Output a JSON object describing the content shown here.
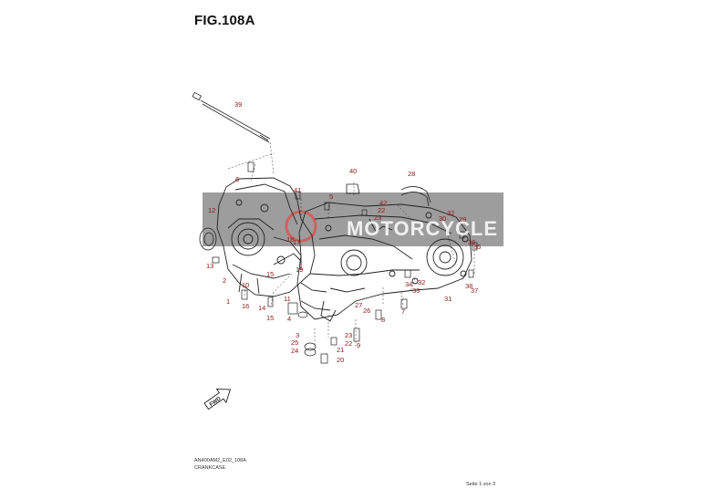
{
  "figure": {
    "title": "FIG.108A",
    "code": "AN400AM2_E02_108A",
    "name": "CRANKCASE",
    "page_info": "Seite 1 von 3"
  },
  "watermark": {
    "text": "MOTORCYCLE",
    "color": "#8c8c8c"
  },
  "parts": [
    {
      "ref": "39"
    },
    {
      "ref": "6"
    },
    {
      "ref": "40"
    },
    {
      "ref": "28"
    },
    {
      "ref": "41"
    },
    {
      "ref": "5"
    },
    {
      "ref": "42"
    },
    {
      "ref": "22"
    },
    {
      "ref": "23"
    },
    {
      "ref": "30"
    },
    {
      "ref": "32"
    },
    {
      "ref": "29"
    },
    {
      "ref": "12"
    },
    {
      "ref": "18"
    },
    {
      "ref": "17"
    },
    {
      "ref": "36"
    },
    {
      "ref": "35"
    },
    {
      "ref": "13"
    },
    {
      "ref": "2"
    },
    {
      "ref": "19"
    },
    {
      "ref": "15"
    },
    {
      "ref": "10"
    },
    {
      "ref": "34"
    },
    {
      "ref": "33"
    },
    {
      "ref": "38"
    },
    {
      "ref": "37"
    },
    {
      "ref": "1"
    },
    {
      "ref": "16"
    },
    {
      "ref": "14"
    },
    {
      "ref": "11"
    },
    {
      "ref": "31"
    },
    {
      "ref": "27"
    },
    {
      "ref": "26"
    },
    {
      "ref": "8"
    },
    {
      "ref": "7"
    },
    {
      "ref": "3"
    },
    {
      "ref": "4"
    },
    {
      "ref": "25"
    },
    {
      "ref": "24"
    },
    {
      "ref": "21"
    },
    {
      "ref": "9"
    },
    {
      "ref": "20"
    }
  ],
  "icons": {
    "fwd_arrow": "FWD"
  }
}
